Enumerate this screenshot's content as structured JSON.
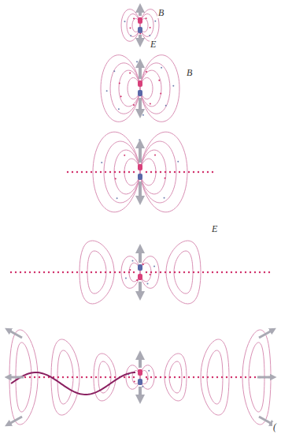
{
  "diagram": {
    "labels": [
      "B",
      "E",
      "B",
      "E",
      "("
    ]
  }
}
